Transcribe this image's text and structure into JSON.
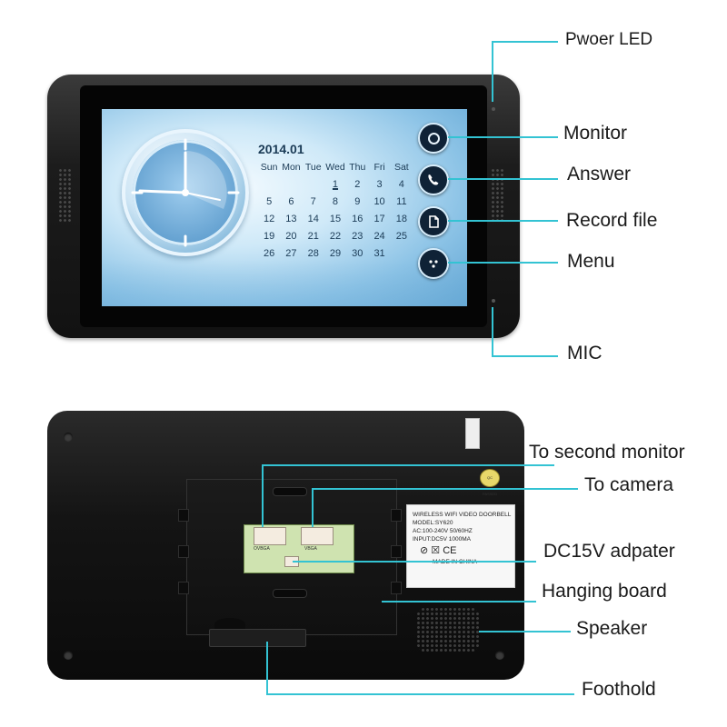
{
  "front": {
    "calendar": {
      "month": "2014.01",
      "weekdays": [
        "Sun",
        "Mon",
        "Tue",
        "Wed",
        "Thu",
        "Fri",
        "Sat"
      ],
      "weeks": [
        [
          "",
          "",
          "",
          "1",
          "2",
          "3",
          "4"
        ],
        [
          "5",
          "6",
          "7",
          "8",
          "9",
          "10",
          "11"
        ],
        [
          "12",
          "13",
          "14",
          "15",
          "16",
          "17",
          "18"
        ],
        [
          "19",
          "20",
          "21",
          "22",
          "23",
          "24",
          "25"
        ],
        [
          "26",
          "27",
          "28",
          "29",
          "30",
          "31",
          ""
        ]
      ]
    },
    "buttons": [
      {
        "name": "monitor-button",
        "icon": "circle-icon"
      },
      {
        "name": "answer-button",
        "icon": "phone-icon"
      },
      {
        "name": "record-file-button",
        "icon": "file-icon"
      },
      {
        "name": "menu-button",
        "icon": "dots-icon"
      }
    ]
  },
  "back": {
    "sticker": {
      "title": "WIRELESS WIFI VIDEO DOORBELL",
      "model": "MODEL:SY620",
      "ac": "AC:100-240V 50/60HZ",
      "input": "INPUT:DC5V  1000MA",
      "certs": "⊘ ☒ CE",
      "origin": "MADE IN CHINA"
    },
    "pcb_left": "OVBGA",
    "pcb_right": "VBGA",
    "qc_text": "QC PASSED"
  },
  "labels": {
    "power_led": "Pwoer LED",
    "monitor": "Monitor",
    "answer": "Answer",
    "record_file": "Record file",
    "menu": "Menu",
    "mic": "MIC",
    "to_second_monitor": "To second monitor",
    "to_camera": "To camera",
    "dc_adapter": "DC15V adpater",
    "hanging_board": "Hanging board",
    "speaker": "Speaker",
    "foothold": "Foothold"
  },
  "colors": {
    "leader_line": "#33c3d3",
    "screen_blue": "#8cc3e6",
    "device_body": "#141414"
  }
}
